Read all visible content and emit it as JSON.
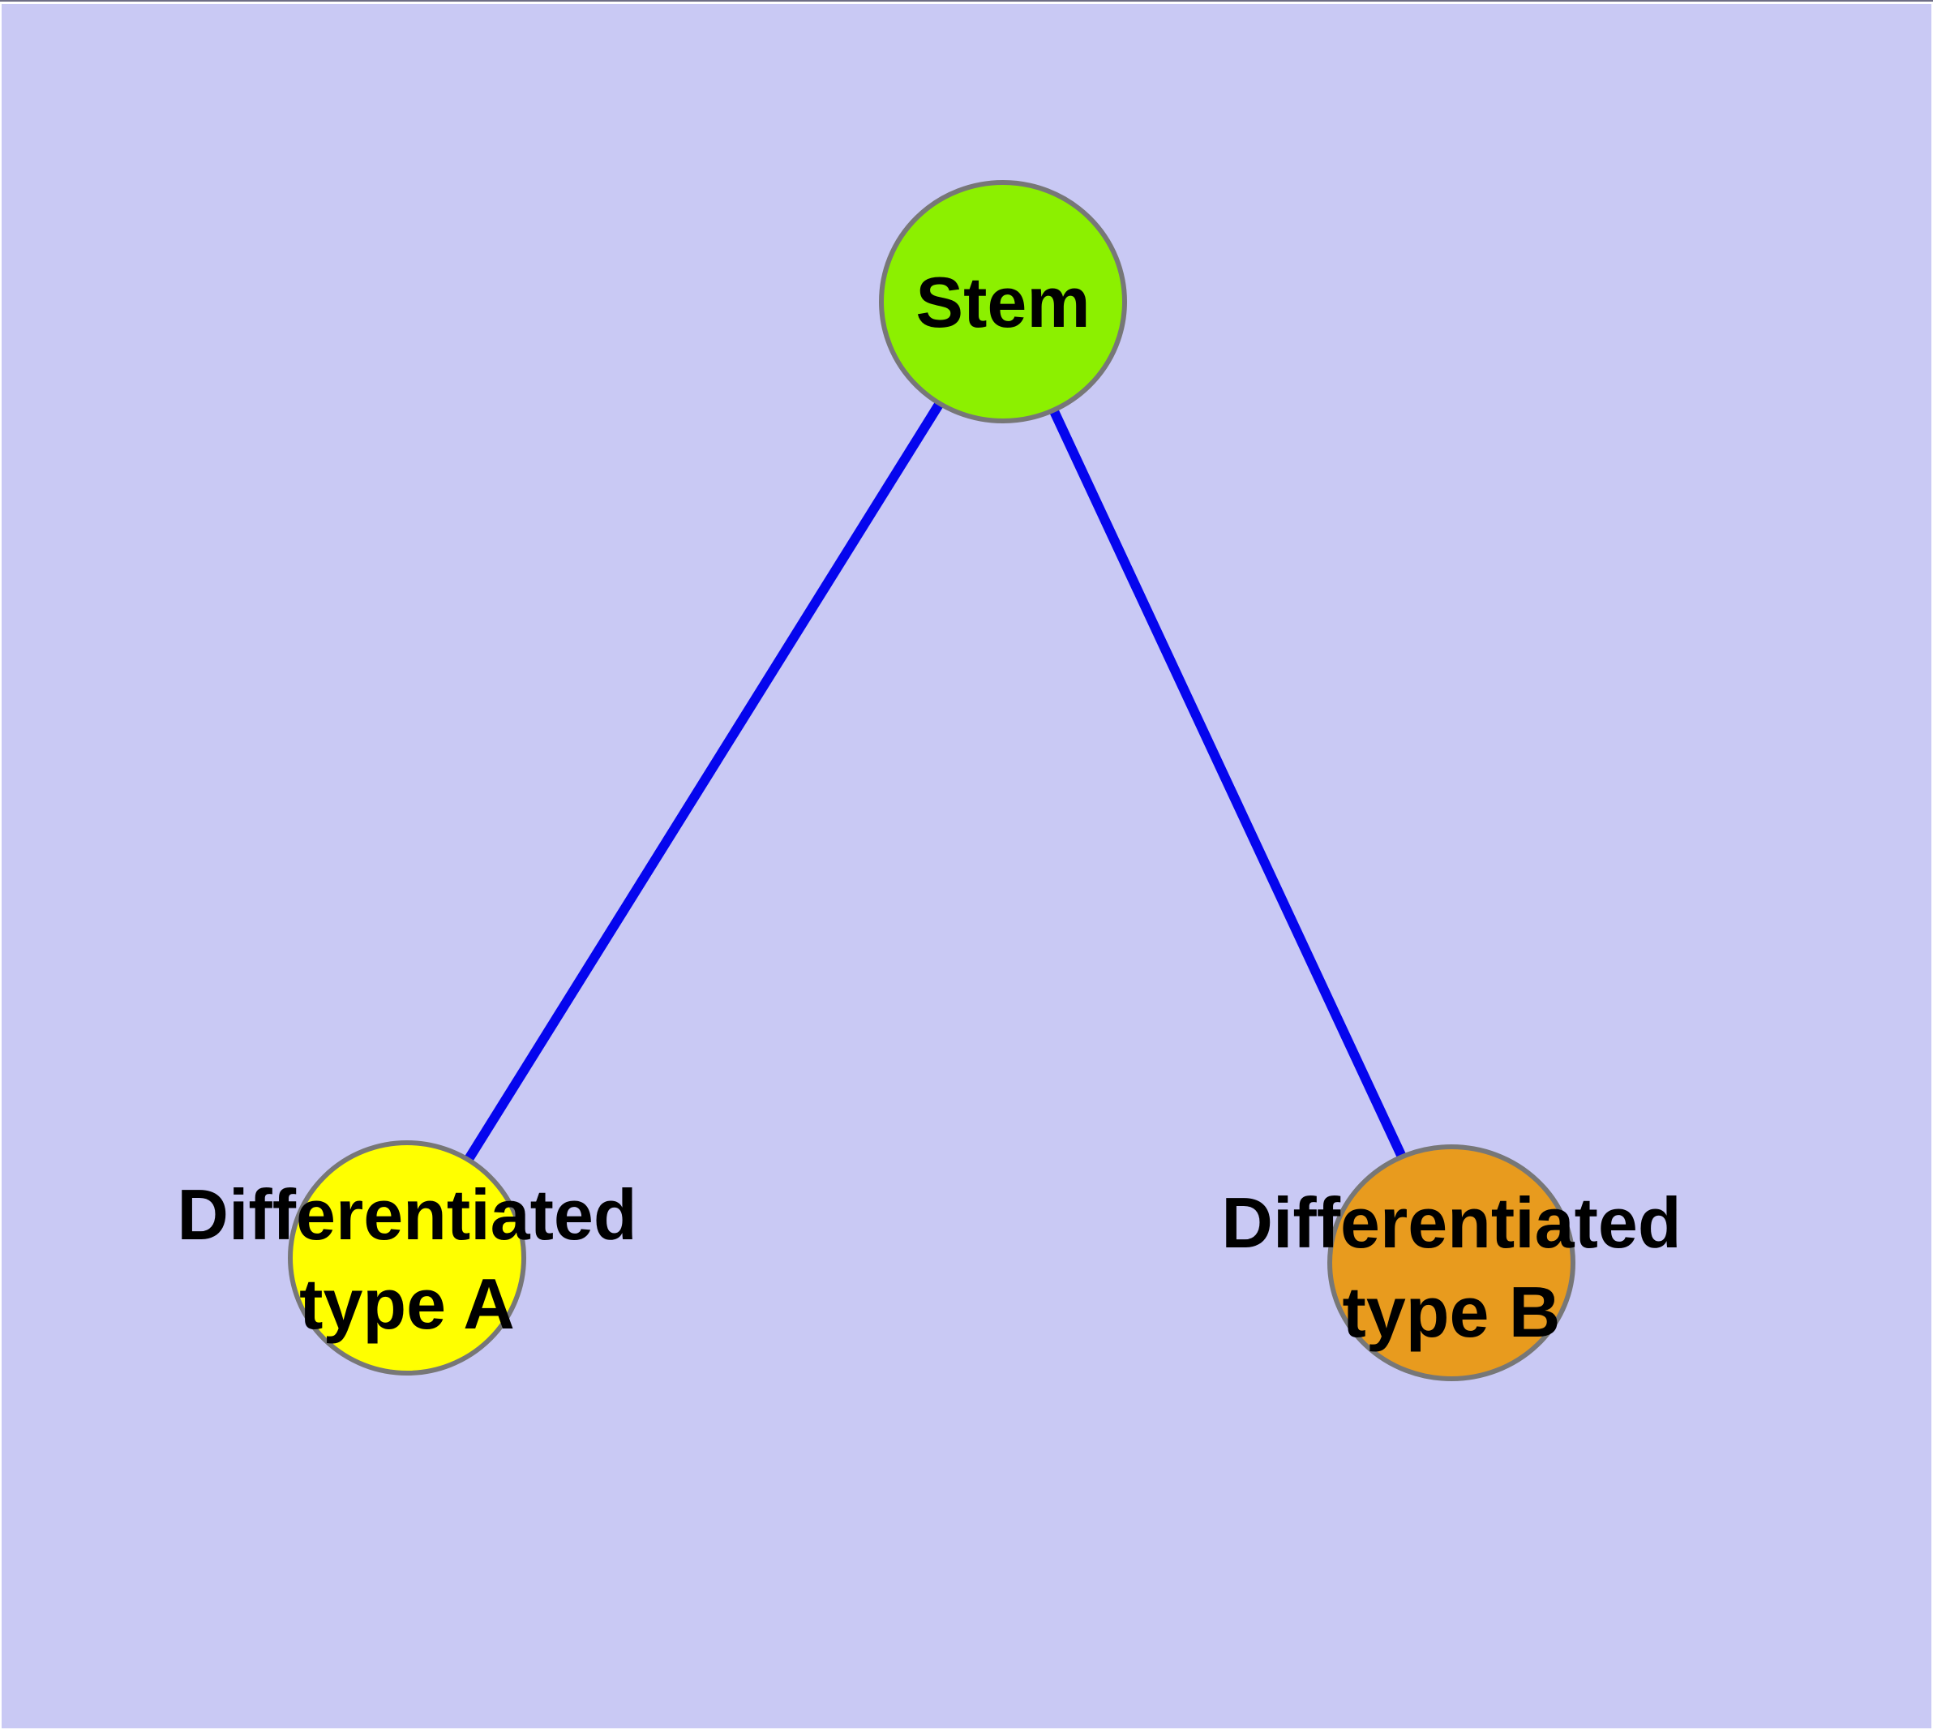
{
  "diagram": {
    "background_color": "#c9c9f4",
    "frame_top_line_color": "#6e6e85",
    "nodes": {
      "stem": {
        "label": "Stem",
        "fill": "#8cf000",
        "border": "#777777"
      },
      "type_a": {
        "label_line1": "Differentiated",
        "label_line2": "type A",
        "fill": "#ffff00",
        "border": "#777777"
      },
      "type_b": {
        "label_line1": "Differentiated",
        "label_line2": "type B",
        "fill": "#e89b1e",
        "border": "#777777"
      }
    },
    "edges": [
      {
        "from": "Stem",
        "to": "Differentiated type A",
        "color": "#0505ee"
      },
      {
        "from": "Stem",
        "to": "Differentiated type B",
        "color": "#0505ee"
      }
    ]
  }
}
